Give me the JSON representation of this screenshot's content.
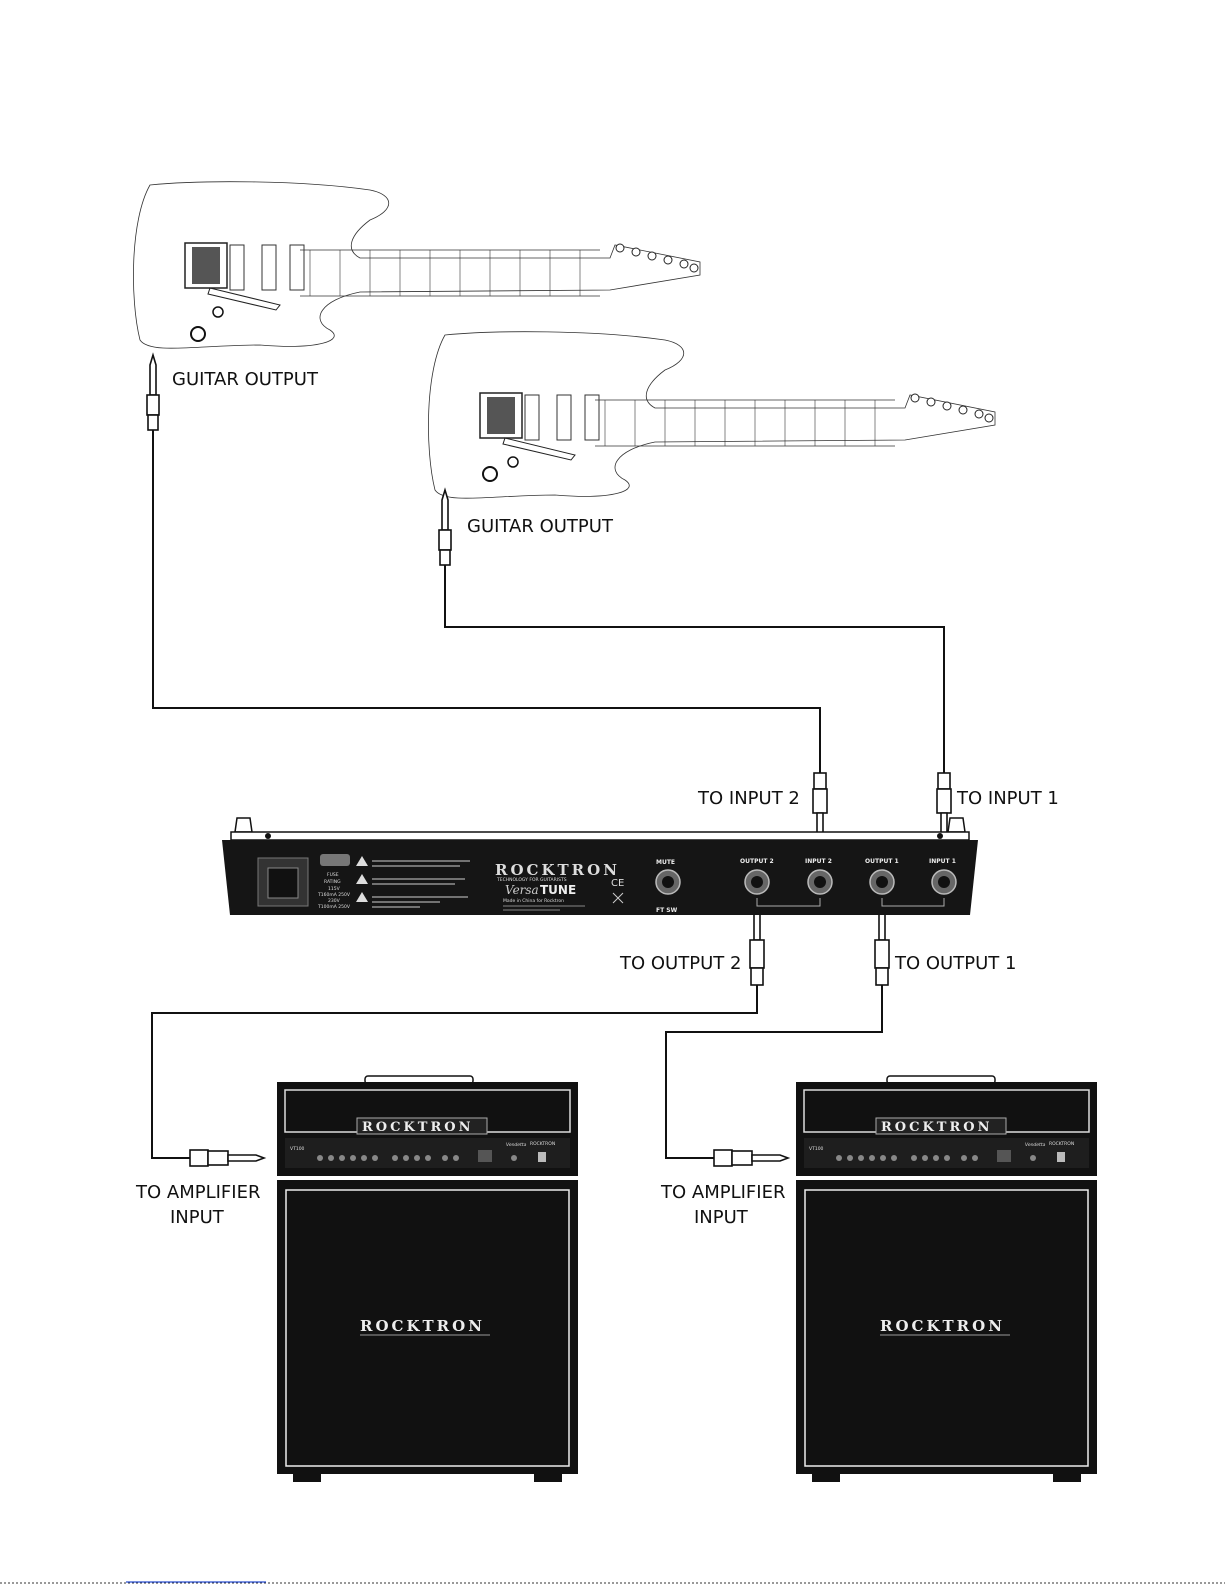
{
  "labels": {
    "guitar1_output": "GUITAR OUTPUT",
    "guitar2_output": "GUITAR OUTPUT",
    "to_input_2": "TO INPUT 2",
    "to_input_1": "TO INPUT 1",
    "to_output_2": "TO OUTPUT 2",
    "to_output_1": "TO OUTPUT 1",
    "amp1_line1": "TO AMPLIFIER",
    "amp1_line2": "INPUT",
    "amp2_line1": "TO AMPLIFIER",
    "amp2_line2": "INPUT"
  },
  "rack_unit": {
    "brand": "ROCKTRON",
    "tagline": "TECHNOLOGY FOR GUITARISTS",
    "model_prefix": "Versa",
    "model_suffix": "TUNE",
    "made_in": "Made in China for Rocktron",
    "fuse_line1": "FUSE",
    "fuse_line2": "RATING",
    "fuse_line3": "115V",
    "fuse_line4": "T160mA 250V",
    "fuse_line5": "230V",
    "fuse_line6": "T100mA 250V",
    "mute_label": "MUTE",
    "ftsw_label": "FT SW",
    "jacks": [
      "OUTPUT 2",
      "INPUT 2",
      "OUTPUT 1",
      "INPUT 1"
    ],
    "ce_mark": "CE"
  },
  "amps": {
    "head_brand": "ROCKTRON",
    "cab_brand": "ROCKTRON",
    "model": "VT100",
    "logo_script": "Vendetta"
  }
}
